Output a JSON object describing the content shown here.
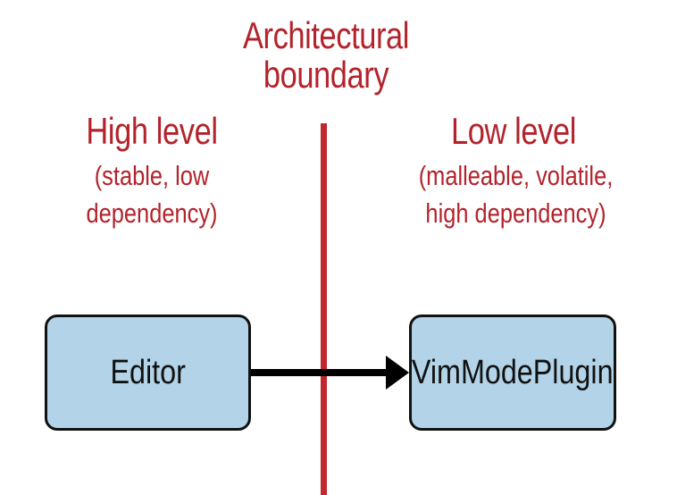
{
  "boundary": {
    "title_line1": "Architectural",
    "title_line2": "boundary"
  },
  "high_level": {
    "title": "High level",
    "sub_line1": "(stable, low",
    "sub_line2": "dependency)"
  },
  "low_level": {
    "title": "Low level",
    "sub_line1": "(malleable, volatile,",
    "sub_line2": "high dependency)"
  },
  "nodes": {
    "editor": "Editor",
    "vim_mode_plugin": "VimModePlugin"
  },
  "colors": {
    "accent_red": "#b3232c",
    "box_fill": "#b3d4e8",
    "box_border": "#111111"
  }
}
